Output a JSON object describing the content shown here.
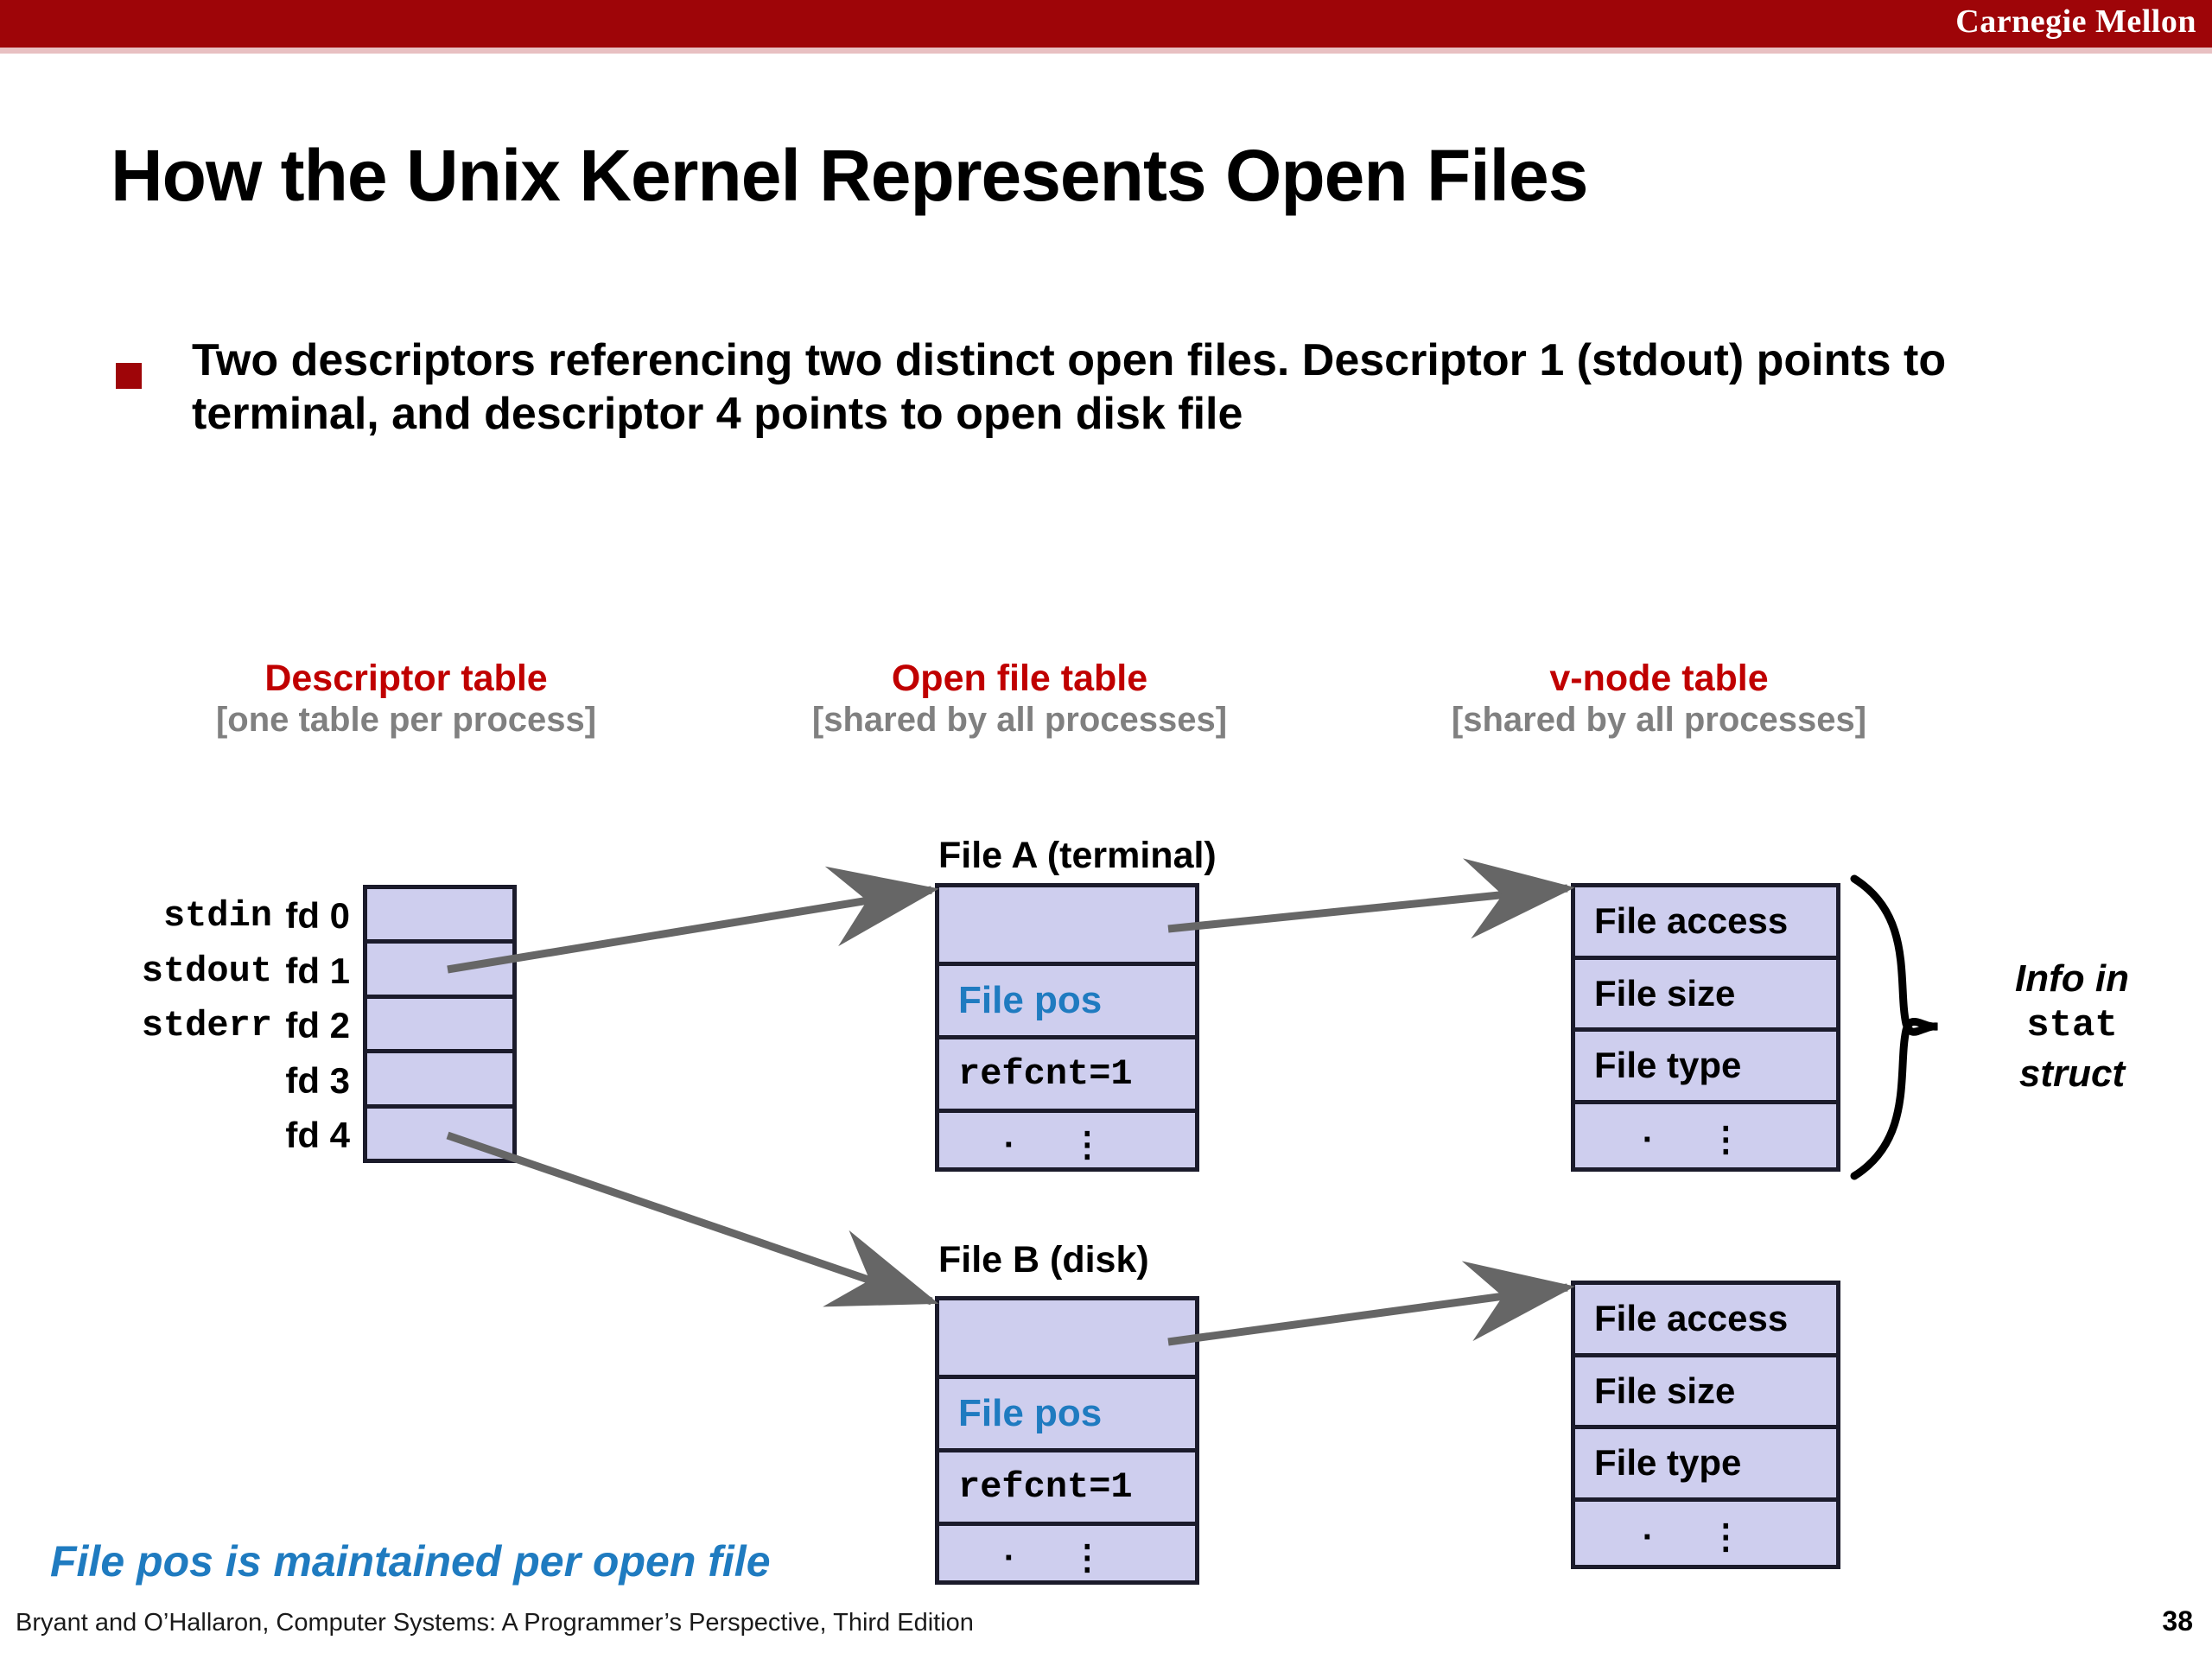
{
  "header": {
    "brand": "Carnegie Mellon"
  },
  "title": "How the Unix Kernel Represents Open Files",
  "bullet": {
    "text": "Two descriptors referencing two distinct open files. Descriptor 1 (stdout) points to terminal, and descriptor 4 points to open disk file"
  },
  "columns": [
    {
      "title": "Descriptor table",
      "subtitle": "[one table per process]"
    },
    {
      "title": "Open file table",
      "subtitle": "[shared by all processes]"
    },
    {
      "title": "v-node table",
      "subtitle": "[shared by all processes]"
    }
  ],
  "descriptor_table": {
    "rows": [
      {
        "stream": "stdin",
        "fd": "fd 0"
      },
      {
        "stream": "stdout",
        "fd": "fd 1"
      },
      {
        "stream": "stderr",
        "fd": "fd 2"
      },
      {
        "stream": "",
        "fd": "fd 3"
      },
      {
        "stream": "",
        "fd": "fd 4"
      }
    ]
  },
  "open_file_tables": [
    {
      "caption": "File A (terminal)",
      "cells": {
        "blank": "",
        "file_pos": "File pos",
        "refcnt": "refcnt=1",
        "dots": "· ⋮"
      }
    },
    {
      "caption": "File B (disk)",
      "cells": {
        "blank": "",
        "file_pos": "File pos",
        "refcnt": "refcnt=1",
        "dots": "· ⋮"
      }
    }
  ],
  "vnode_tables": [
    {
      "cells": [
        "File access",
        "File size",
        "File type",
        "· ⋮"
      ]
    },
    {
      "cells": [
        "File access",
        "File size",
        "File type",
        "· ⋮"
      ]
    }
  ],
  "stat_label": {
    "line1": "Info in",
    "line2": "stat",
    "line3": "struct"
  },
  "bottom_note": "File pos is maintained per open file",
  "footer": {
    "credit": "Bryant and O’Hallaron, Computer Systems: A Programmer’s Perspective, Third Edition",
    "page": "38"
  },
  "colors": {
    "brand_red": "#9E0508",
    "heading_red": "#C00000",
    "subtitle_gray": "#808080",
    "table_fill": "#CECEEE",
    "table_border": "#1b1b2b",
    "accent_blue": "#1F7BC0",
    "arrow_gray": "#666666"
  }
}
